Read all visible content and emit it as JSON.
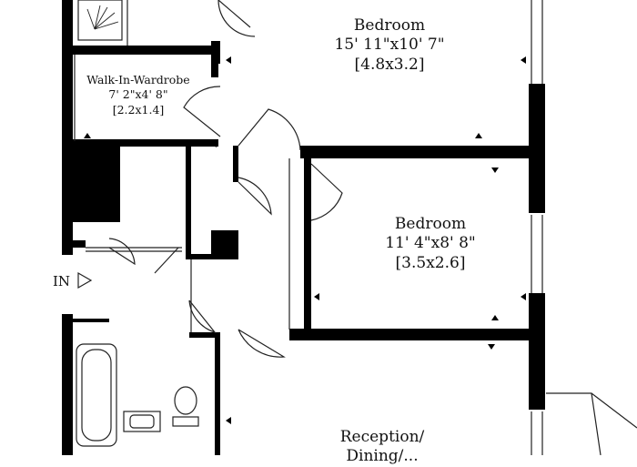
{
  "rooms": {
    "bedroom_1": {
      "name": "Bedroom",
      "imperial": "15' 11\"x10' 7\"",
      "metric": "[4.8x3.2]"
    },
    "wardrobe": {
      "name": "Walk-In-Wardrobe",
      "imperial": "7' 2\"x4' 8\"",
      "metric": "[2.2x1.4]"
    },
    "bedroom_2": {
      "name": "Bedroom",
      "imperial": "11' 4\"x8' 8\"",
      "metric": "[3.5x2.6]"
    },
    "reception": {
      "name": "Reception/",
      "name_cont": "Dining/..."
    }
  },
  "entrance": {
    "label": "IN"
  },
  "colors": {
    "wall": "#000000",
    "line": "#222222",
    "background": "#ffffff"
  }
}
